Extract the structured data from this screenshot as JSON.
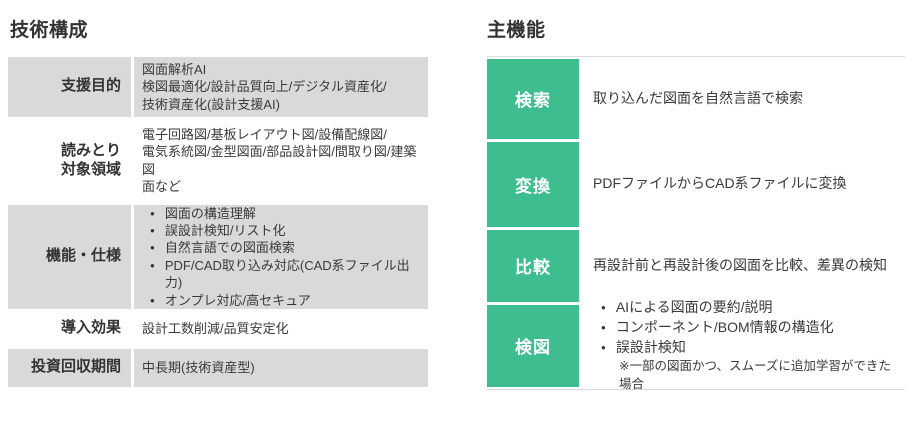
{
  "colors": {
    "accent_green": "#3ebd8e",
    "row_gray": "#d9d9d9",
    "text": "#333333",
    "hairline": "#dcdcdc"
  },
  "tech": {
    "title": "技術構成",
    "rows": [
      {
        "label": "支援目的",
        "lines": [
          "図面解析AI",
          "検図最適化/設計品質向上/デジタル資産化/",
          "技術資産化(設計支援AI)"
        ]
      },
      {
        "label_line1": "読みとり",
        "label_line2": "対象領域",
        "lines": [
          "電子回路図/基板レイアウト図/設備配線図/",
          "電気系統図/金型図面/部品設計図/間取り図/建築図",
          "面など"
        ]
      },
      {
        "label": "機能・仕様",
        "bullets": [
          "図面の構造理解",
          "誤設計検知/リスト化",
          "自然言語での図面検索",
          "PDF/CAD取り込み対応(CAD系ファイル出力)",
          "オンプレ対応/高セキュア"
        ]
      },
      {
        "label": "導入効果",
        "lines": [
          "設計工数削減/品質安定化"
        ]
      },
      {
        "label": "投資回収期間",
        "lines": [
          "中長期(技術資産型)"
        ]
      }
    ]
  },
  "main": {
    "title": "主機能",
    "rows": [
      {
        "label": "検索",
        "text": "取り込んだ図面を自然言語で検索"
      },
      {
        "label": "変換",
        "text": "PDFファイルからCAD系ファイルに変換"
      },
      {
        "label": "比較",
        "text": "再設計前と再設計後の図面を比較、差異の検知"
      },
      {
        "label": "検図",
        "bullets": [
          "AIによる図面の要約/説明",
          "コンポーネント/BOM情報の構造化",
          "誤設計検知"
        ],
        "note": "※一部の図面かつ、スムーズに追加学習ができた場合"
      }
    ]
  }
}
